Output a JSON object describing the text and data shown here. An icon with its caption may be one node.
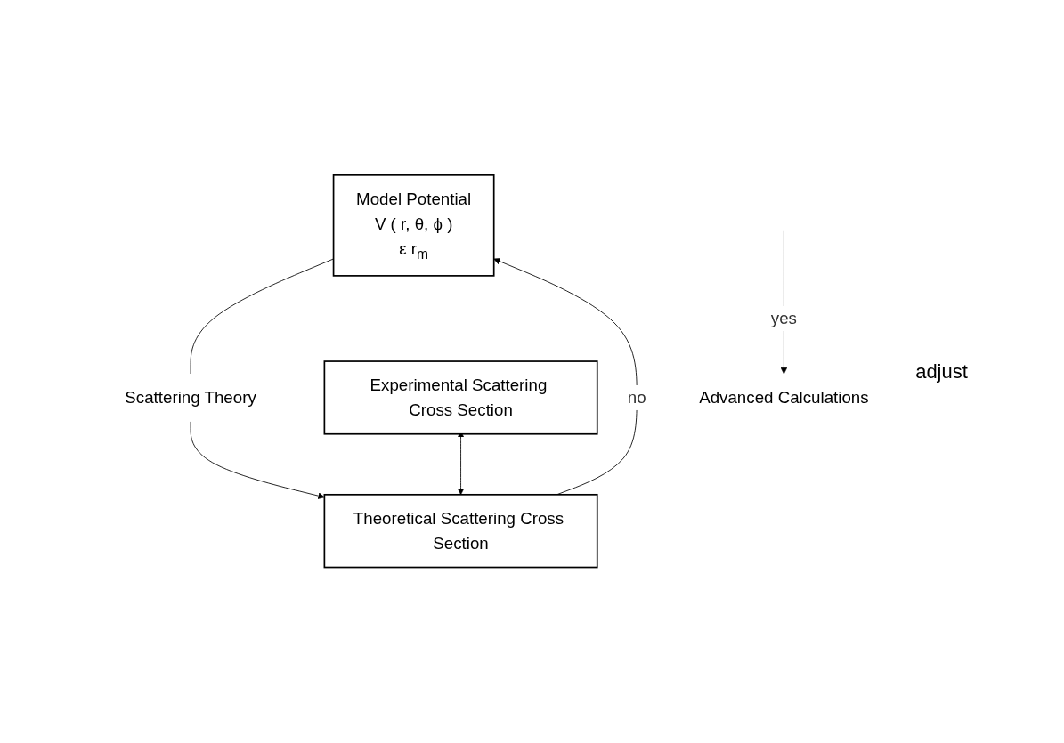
{
  "diagram": {
    "nodes": [
      {
        "text": [
          "Model  Potential",
          "V ( r, θ, ϕ )",
          "ε  r$_{m}$"
        ]
      },
      {
        "text": [
          "Scattering Theory"
        ]
      },
      {
        "text": [
          "Experimental Scattering Cross Section"
        ]
      },
      {
        "text": [
          "Theoretical Scattering Cross Section"
        ]
      },
      {
        "text": [
          "Advanced Calculations"
        ]
      }
    ],
    "edges": [
      {
        "from": 0,
        "to": 1,
        "arrow": "none"
      },
      {
        "from": 1,
        "to": 3,
        "arrow": "to"
      },
      {
        "from": 2,
        "to": 3,
        "arrow": "both"
      },
      {
        "from": null,
        "to": 4,
        "arrow": "to",
        "label": "yes"
      },
      {
        "from": 3,
        "to": 0,
        "arrow": "to",
        "label": "no"
      }
    ],
    "labels": [
      "adjust"
    ]
  }
}
